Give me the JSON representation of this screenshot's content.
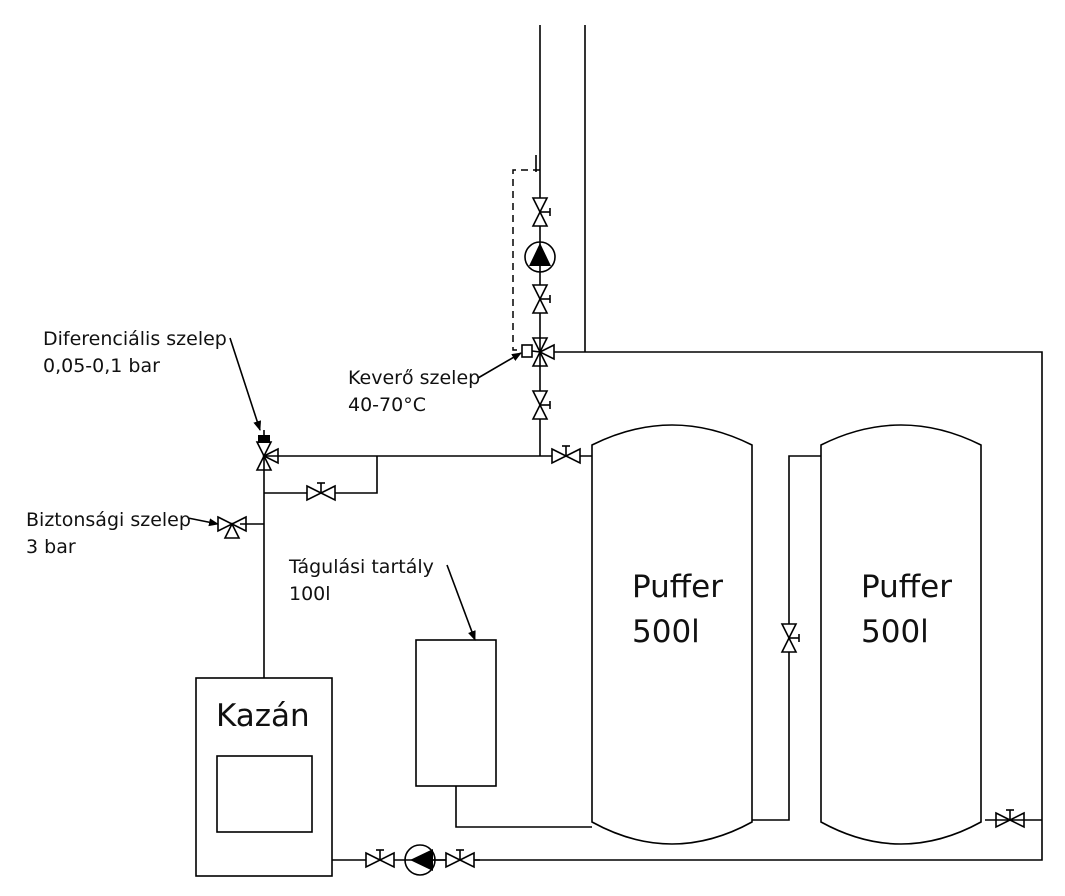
{
  "labels": {
    "diff_valve": [
      "Diferenciális szelep",
      "0,05-0,1 bar"
    ],
    "mixing_valve": [
      "Keverő szelep",
      "40-70°C"
    ],
    "safety_valve": [
      "Biztonsági szelep",
      "3 bar"
    ],
    "expansion_tank": [
      "Tágulási tartály",
      "100l"
    ],
    "boiler": "Kazán",
    "buffer1": [
      "Puffer",
      "500l"
    ],
    "buffer2": [
      "Puffer",
      "500l"
    ]
  }
}
